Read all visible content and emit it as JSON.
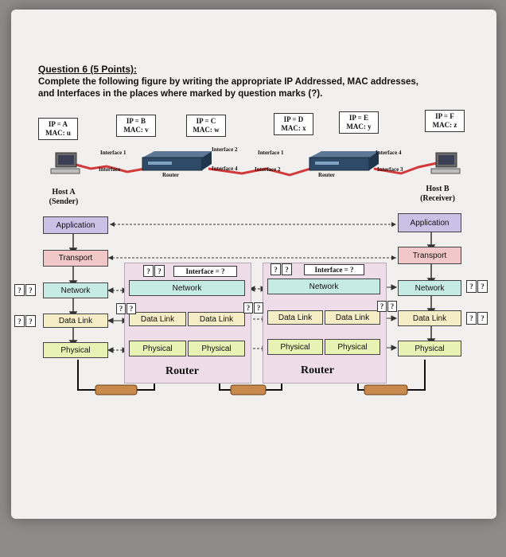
{
  "question": {
    "title": "Question 6 (5 Points):",
    "line1_a": "Complete the following figure by writing the appropriate ",
    "line1_b": "IP Addressed, MAC addresses,",
    "line2_a": "and ",
    "line2_b": "Interfaces",
    "line2_c": " in the places where marked by question marks (?)."
  },
  "addr_boxes": [
    {
      "ip": "IP = A",
      "mac": "MAC: u"
    },
    {
      "ip": "IP = B",
      "mac": "MAC: v"
    },
    {
      "ip": "IP = C",
      "mac": "MAC: w"
    },
    {
      "ip": "IP = D",
      "mac": "MAC: x"
    },
    {
      "ip": "IP = E",
      "mac": "MAC: y"
    },
    {
      "ip": "IP = F",
      "mac": "MAC: z"
    }
  ],
  "top_labels": {
    "interface_1_left": "Interface 1",
    "interface_left_low": "Interface",
    "router_left": "Router",
    "interface_2_a": "Interface 2",
    "interface_4": "Interface 4",
    "interface_1_b": "Interface 1",
    "interface_2_b": "Interface 2",
    "router_right": "Router",
    "interface_4_right": "Interface 4",
    "interface_3": "Interface 3"
  },
  "hosts": {
    "a_name": "Host A",
    "a_role": "(Sender)",
    "b_name": "Host B",
    "b_role": "(Receiver)"
  },
  "layers": {
    "application": "Application",
    "transport": "Transport",
    "network": "Network",
    "data_link": "Data Link",
    "physical": "Physical"
  },
  "router_label": "Router",
  "interface_unknown": "Interface = ?",
  "q": "?"
}
